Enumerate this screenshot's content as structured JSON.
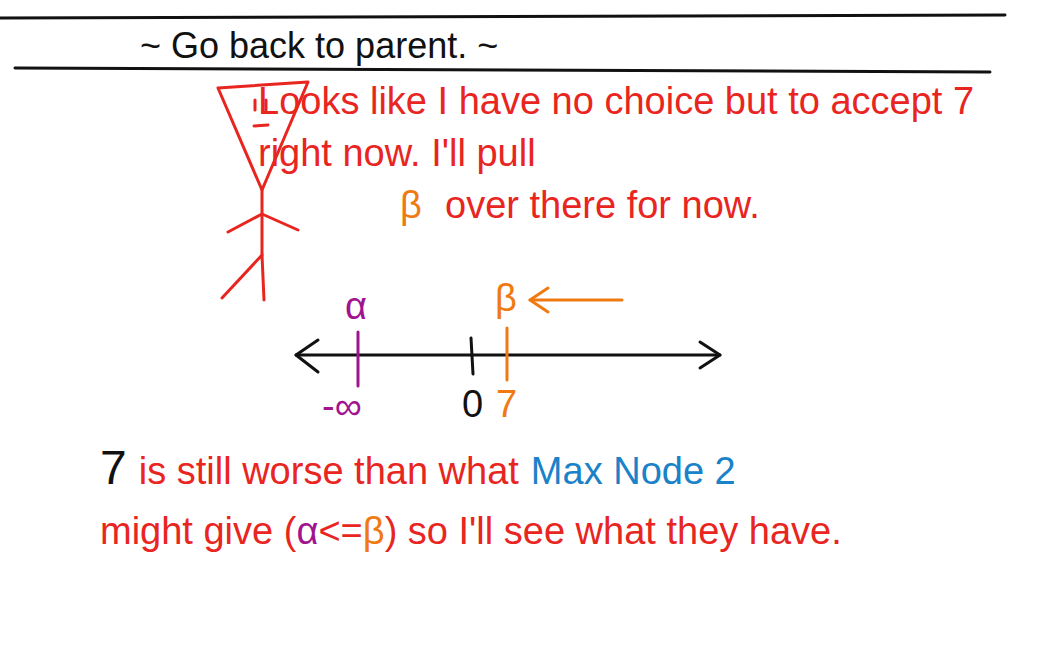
{
  "diagram": {
    "title": "~ Go back to parent. ~",
    "labels": [
      "Looks like I have no choice but to accept 7 right now. I'll pull",
      "β",
      "over there for now.",
      "α",
      "β",
      "-∞",
      "0",
      "7",
      "7",
      "is still worse than what",
      "Max Node 2",
      "might give (",
      "α",
      "<=",
      "β",
      ") so I'll see what they have."
    ]
  }
}
